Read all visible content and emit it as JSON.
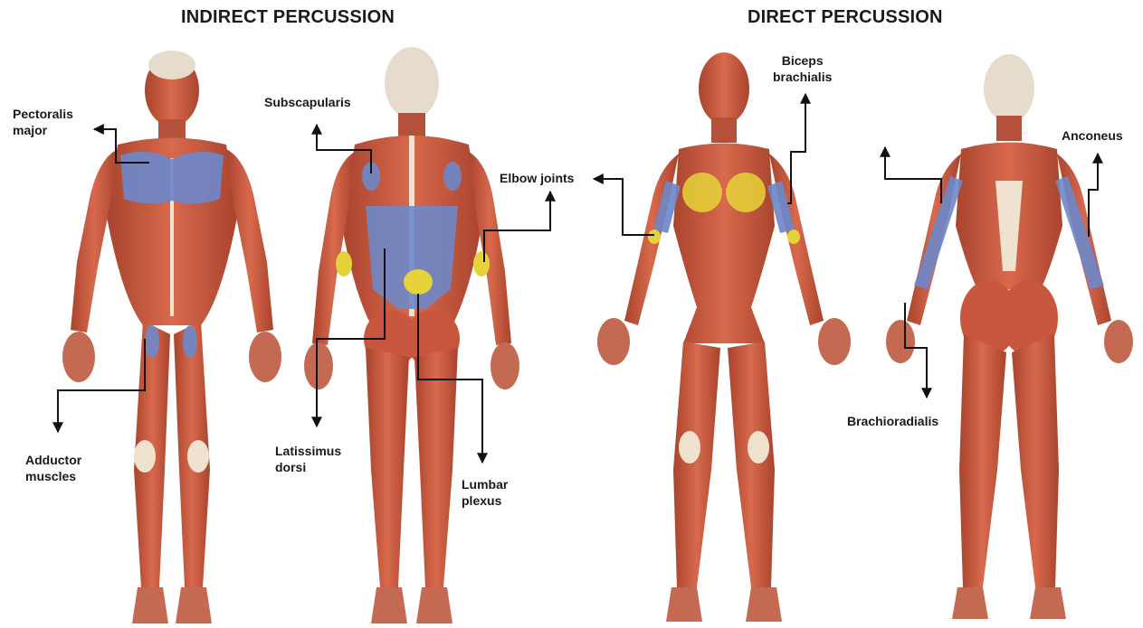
{
  "sections": {
    "indirect_title": "INDIRECT PERCUSSION",
    "direct_title": "DIRECT PERCUSSION"
  },
  "labels": {
    "pectoralis": [
      "Pectoralis",
      "major"
    ],
    "adductor": [
      "Adductor",
      "muscles"
    ],
    "subscapularis": "Subscapularis",
    "latissimus": [
      "Latissimus",
      "dorsi"
    ],
    "lumbar": [
      "Lumbar",
      "plexus"
    ],
    "elbow": "Elbow joints",
    "biceps": [
      "Biceps",
      "brachialis"
    ],
    "anconeus": "Anconeus",
    "brachioradialis": "Brachioradialis"
  },
  "colors": {
    "muscle": "#c8573d",
    "muscle_dark": "#9c3a27",
    "tendon": "#efe2cf",
    "highlight_blue": "#6e88c9",
    "highlight_yellow": "#e6d33a",
    "leader_line": "#111111"
  }
}
